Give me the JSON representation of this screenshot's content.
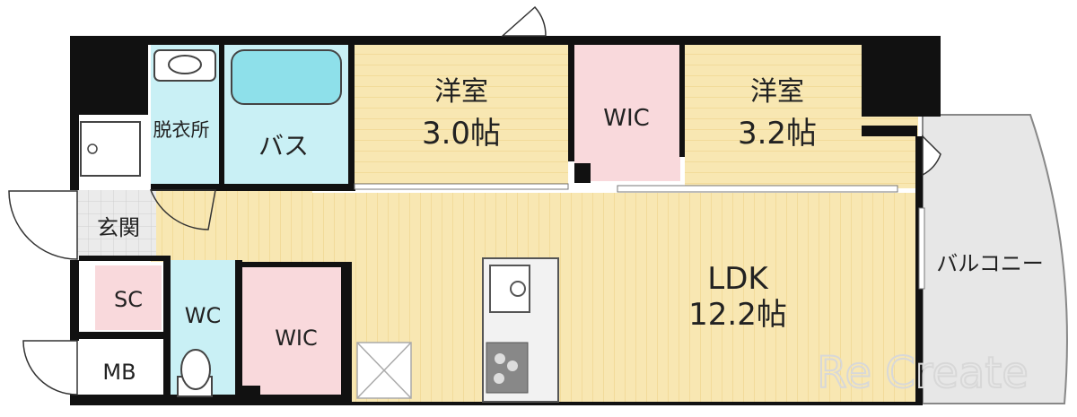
{
  "rooms": {
    "western1": {
      "name": "洋室",
      "size": "3.0帖"
    },
    "western2": {
      "name": "洋室",
      "size": "3.2帖"
    },
    "wic_top": "WIC",
    "bath": "バス",
    "washroom": "脱衣所",
    "entrance": "玄関",
    "sc": "SC",
    "wc": "WC",
    "wic_bottom": "WIC",
    "mb": "MB",
    "ldk": {
      "name": "LDK",
      "size": "12.2帖"
    },
    "balcony": "バルコニー"
  },
  "watermark": "Re Create",
  "colors": {
    "wood": "#f8e7b2",
    "wood_line": "#efd38a",
    "pink": "#f9d9dc",
    "aqua": "#c9f0f5",
    "tile": "#e6e6e6",
    "balcony": "#e7e7e7",
    "wall": "#111111"
  }
}
